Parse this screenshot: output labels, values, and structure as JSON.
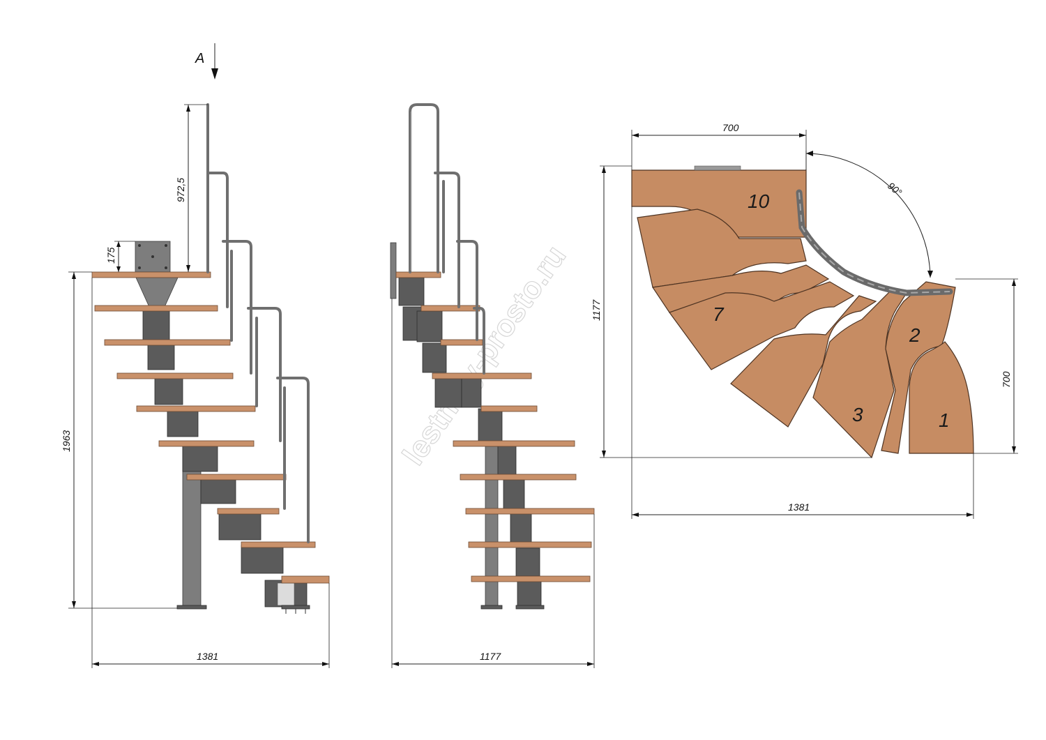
{
  "watermark": "lestnicy-prosto.ru",
  "view_marker": {
    "letter": "A"
  },
  "side_view": {
    "height": "1963",
    "width": "1381",
    "railing_height": "972,5",
    "platform_step": "175"
  },
  "front_view": {
    "width": "1177"
  },
  "plan_view": {
    "top_width": "700",
    "total_width": "1381",
    "depth": "1177",
    "right_depth": "700",
    "angle": "90°",
    "step_labels": [
      "10",
      "7",
      "3",
      "2",
      "1"
    ]
  },
  "colors": {
    "wood": "#c68c63",
    "metal": "#7d7d7d",
    "line": "#222222"
  }
}
